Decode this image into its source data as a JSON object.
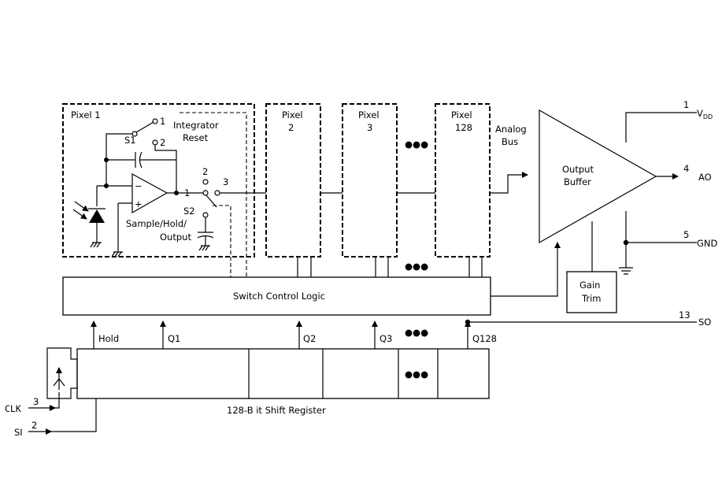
{
  "pixel1": {
    "title": "Pixel 1",
    "s1": "S1",
    "s1_pos1": "1",
    "s1_pos2": "2",
    "integrator_reset_line1": "Integrator",
    "integrator_reset_line2": "Reset",
    "amp_minus": "−",
    "amp_plus": "+",
    "s2": "S2",
    "s2_pos1": "1",
    "s2_pos2": "2",
    "s2_pos3": "3",
    "sho_line1": "Sample/Hold/",
    "sho_line2": "Output"
  },
  "pixel2": {
    "line1": "Pixel",
    "line2": "2"
  },
  "pixel3": {
    "line1": "Pixel",
    "line2": "3"
  },
  "pixel128": {
    "line1": "Pixel",
    "line2": "128"
  },
  "ellipsis": "●●●",
  "analog_bus": {
    "line1": "Analog",
    "line2": "Bus"
  },
  "output_buffer": {
    "line1": "Output",
    "line2": "Buffer"
  },
  "gain_trim": {
    "line1": "Gain",
    "line2": "Trim"
  },
  "switch_control_logic": "Switch Control Logic",
  "shift_register": "128-B it Shift Register",
  "signals": {
    "hold": "Hold",
    "q1": "Q1",
    "q2": "Q2",
    "q3": "Q3",
    "q128": "Q128"
  },
  "pins": {
    "vdd_num": "1",
    "vdd_label": "V",
    "vdd_sub": "DD",
    "ao_num": "4",
    "ao_label": "AO",
    "gnd_num": "5",
    "gnd_label": "GND",
    "so_num": "13",
    "so_label": "SO",
    "clk_num": "3",
    "clk_label": "CLK",
    "si_num": "2",
    "si_label": "SI"
  }
}
